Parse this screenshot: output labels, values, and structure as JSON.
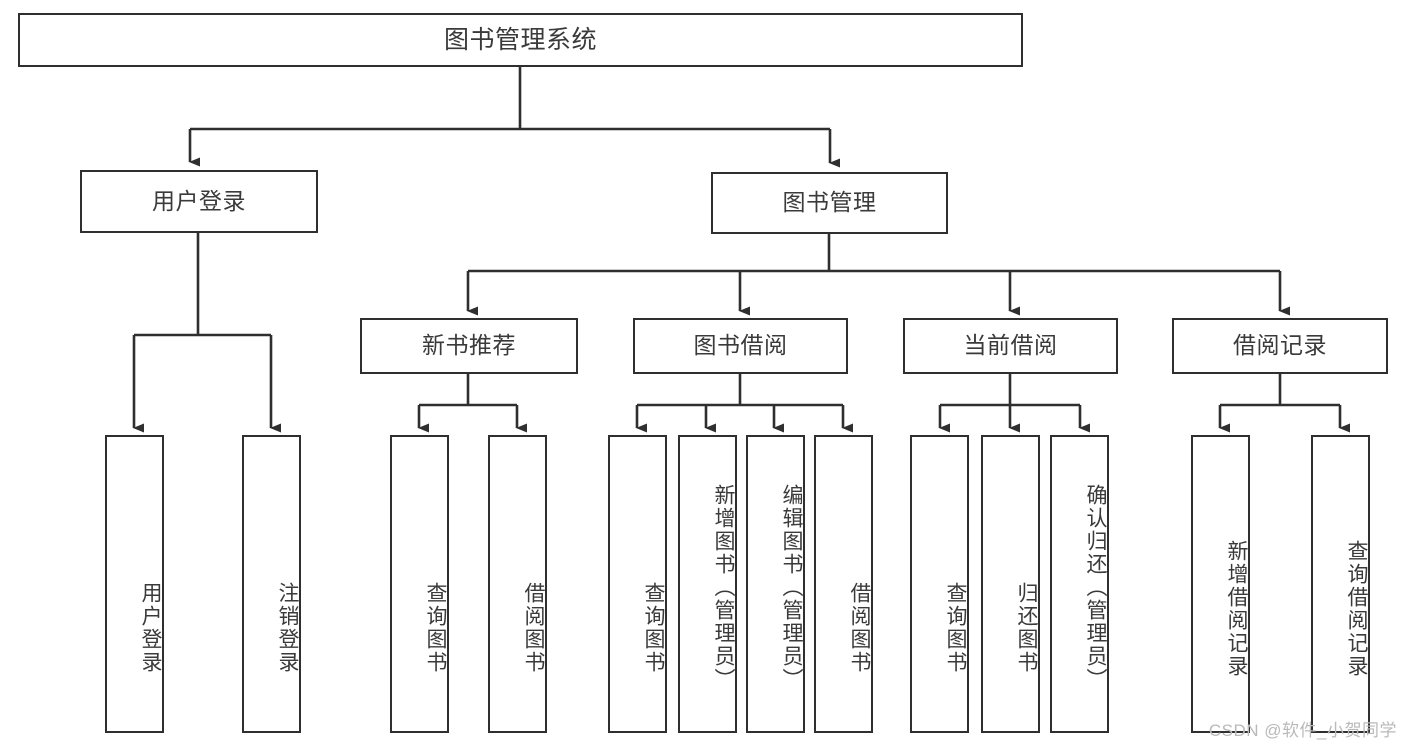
{
  "diagram": {
    "title": "图书管理系统",
    "type": "hierarchy-tree",
    "colors": {
      "box_border": "#2f2f2f",
      "box_fill": "#ffffff",
      "text": "#3a3a3a",
      "connector": "#2f2f2f",
      "watermark": "#b9b9b9",
      "background": "#ffffff"
    },
    "levels": [
      {
        "level": 1,
        "nodes": [
          {
            "id": "root",
            "label": "图书管理系统",
            "orientation": "horizontal"
          }
        ]
      },
      {
        "level": 2,
        "nodes": [
          {
            "id": "user-login",
            "label": "用户登录",
            "orientation": "horizontal",
            "parent": "root"
          },
          {
            "id": "book-management",
            "label": "图书管理",
            "orientation": "horizontal",
            "parent": "root"
          }
        ]
      },
      {
        "level": 3,
        "nodes": [
          {
            "id": "new-book-recommend",
            "label": "新书推荐",
            "orientation": "horizontal",
            "parent": "book-management"
          },
          {
            "id": "book-borrow",
            "label": "图书借阅",
            "orientation": "horizontal",
            "parent": "book-management"
          },
          {
            "id": "current-borrow",
            "label": "当前借阅",
            "orientation": "horizontal",
            "parent": "book-management"
          },
          {
            "id": "borrow-record",
            "label": "借阅记录",
            "orientation": "horizontal",
            "parent": "book-management"
          }
        ]
      },
      {
        "level": 4,
        "nodes": [
          {
            "id": "leaf-user-login",
            "label": "用户登录",
            "orientation": "vertical",
            "parent": "user-login"
          },
          {
            "id": "leaf-logout",
            "label": "注销登录",
            "orientation": "vertical",
            "parent": "user-login"
          },
          {
            "id": "leaf-query-book-1",
            "label": "查询图书",
            "orientation": "vertical",
            "parent": "new-book-recommend"
          },
          {
            "id": "leaf-borrow-book-1",
            "label": "借阅图书",
            "orientation": "vertical",
            "parent": "new-book-recommend"
          },
          {
            "id": "leaf-query-book-2",
            "label": "查询图书",
            "orientation": "vertical",
            "parent": "book-borrow"
          },
          {
            "id": "leaf-add-book",
            "label": "新增图书（管理员）",
            "orientation": "vertical",
            "parent": "book-borrow"
          },
          {
            "id": "leaf-edit-book",
            "label": "编辑图书（管理员）",
            "orientation": "vertical",
            "parent": "book-borrow"
          },
          {
            "id": "leaf-borrow-book-2",
            "label": "借阅图书",
            "orientation": "vertical",
            "parent": "book-borrow"
          },
          {
            "id": "leaf-query-book-3",
            "label": "查询图书",
            "orientation": "vertical",
            "parent": "current-borrow"
          },
          {
            "id": "leaf-return-book",
            "label": "归还图书",
            "orientation": "vertical",
            "parent": "current-borrow"
          },
          {
            "id": "leaf-confirm-return",
            "label": "确认归还（管理员）",
            "orientation": "vertical",
            "parent": "current-borrow"
          },
          {
            "id": "leaf-add-record",
            "label": "新增借阅记录",
            "orientation": "vertical",
            "parent": "borrow-record"
          },
          {
            "id": "leaf-query-record",
            "label": "查询借阅记录",
            "orientation": "vertical",
            "parent": "borrow-record"
          }
        ]
      }
    ]
  },
  "watermark": {
    "text": "CSDN @软件_小贺同学"
  }
}
